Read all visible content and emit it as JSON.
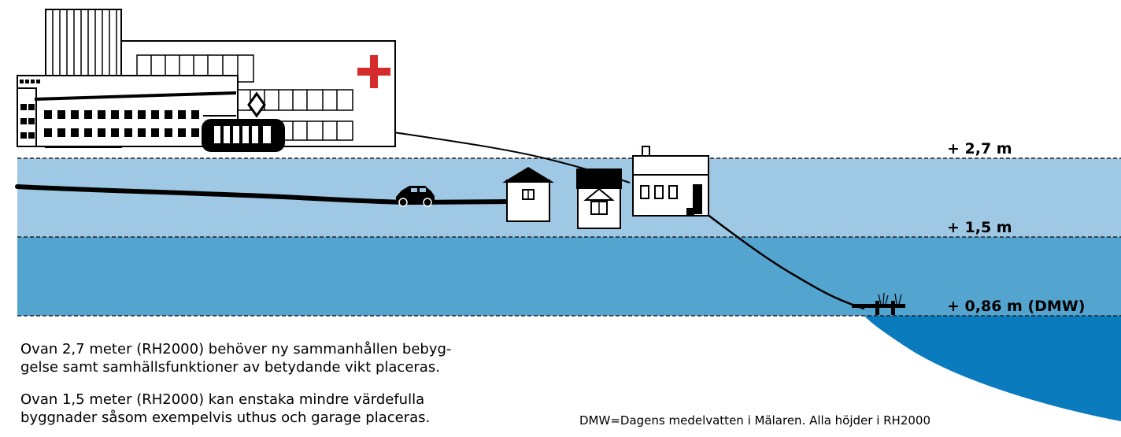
{
  "levels": {
    "high": {
      "label": "+ 2,7 m",
      "value_m": 2.7
    },
    "mid": {
      "label": "+ 1,5 m",
      "value_m": 1.5
    },
    "dmw": {
      "label": "+ 0,86 m (DMW)",
      "value_m": 0.86
    }
  },
  "captions": {
    "above_27": [
      "Ovan 2,7 meter (RH2000) behöver ny sammanhållen bebyg-",
      "gelse samt samhällsfunktioner av betydande vikt placeras."
    ],
    "above_15": [
      "Ovan 1,5 meter (RH2000) kan enstaka mindre värdefulla",
      "byggnader såsom exempelvis uthus och garage placeras."
    ]
  },
  "footnote": "DMW=Dagens medelvatten i Mälaren. Alla höjder i RH2000",
  "colors": {
    "band_upper": "#9fc8e4",
    "band_lower": "#54a4d0",
    "lake": "#0a7bbd",
    "cross": "#d62b2b"
  },
  "icons": [
    "hospital-building",
    "tram",
    "car",
    "small-house",
    "garage-house",
    "villa",
    "jetty"
  ]
}
